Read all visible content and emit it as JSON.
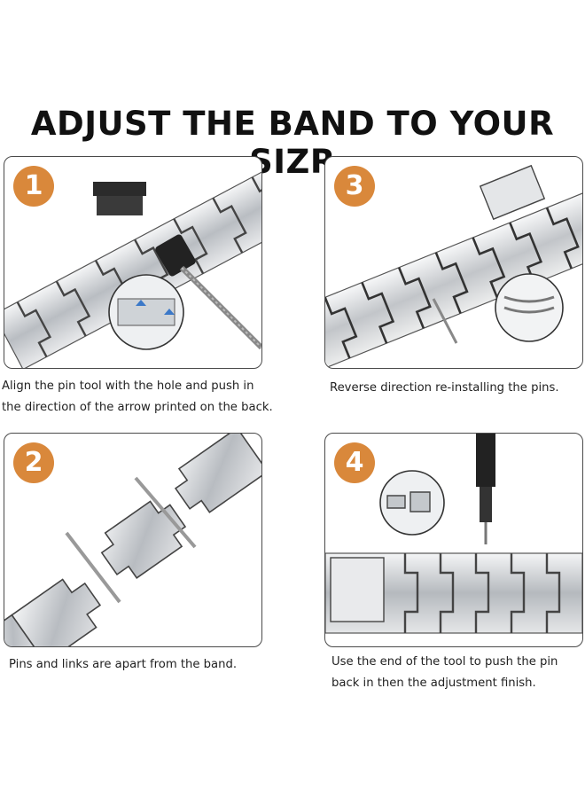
{
  "title": "ADJUST THE BAND TO YOUR SIZR",
  "steps": [
    {
      "number": "1",
      "caption_line1": "Align the pin tool with the hole and push in",
      "caption_line2": "the direction of the arrow printed on the back."
    },
    {
      "number": "3",
      "caption_line1": "Reverse direction re-installing the pins.",
      "caption_line2": ""
    },
    {
      "number": "2",
      "caption_line1": "Pins and links are apart from the band.",
      "caption_line2": ""
    },
    {
      "number": "4",
      "caption_line1": "Use the end of the tool to push the pin",
      "caption_line2": "back in then the adjustment finish."
    }
  ],
  "colors": {
    "badge": "#d9883b",
    "steel": "#c9ccd0",
    "border": "#4a4a4a"
  },
  "icons": {
    "pin_tool": "pin-tool-icon",
    "band_link": "band-link-icon",
    "arrow": "arrow-icon",
    "pin": "pin-icon"
  }
}
